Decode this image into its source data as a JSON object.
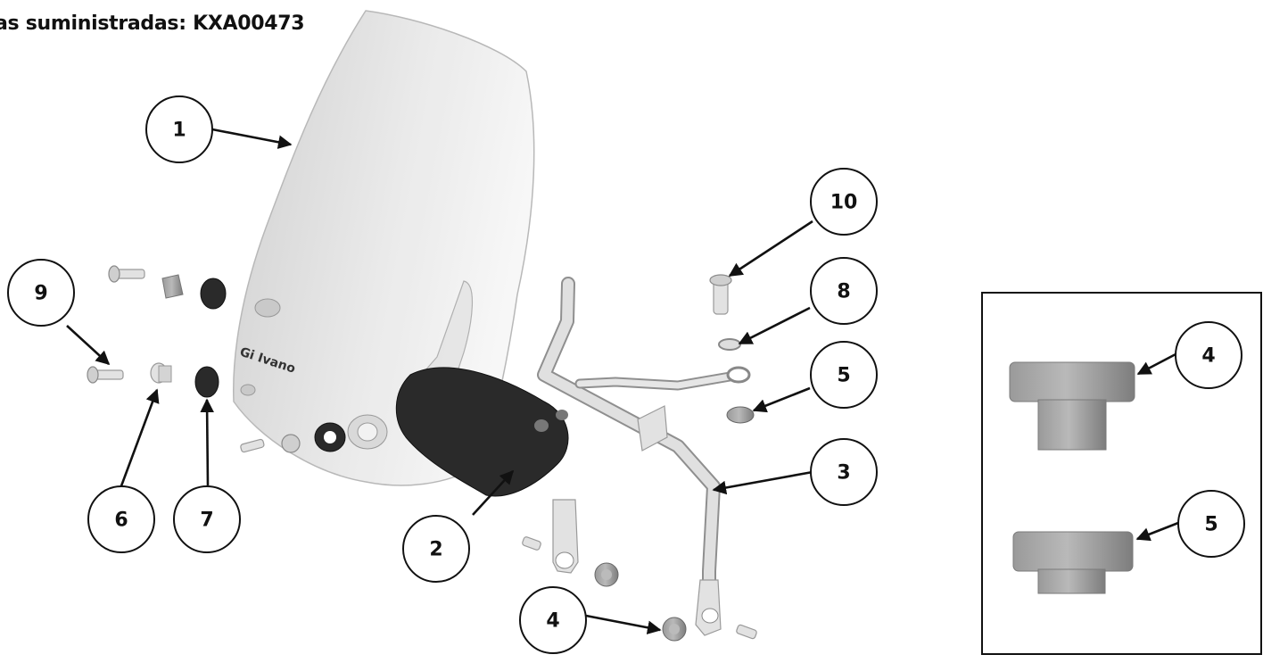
{
  "title": "as suministradas: KXA00473",
  "callouts": {
    "c1": "1",
    "c2": "2",
    "c3": "3",
    "c4": "4",
    "c5": "5",
    "c6": "6",
    "c7": "7",
    "c8": "8",
    "c9": "9",
    "c10": "10"
  },
  "detail_inset": {
    "c4": "4",
    "c5": "5"
  },
  "windscreen_logo_text": "Gi Ivano"
}
